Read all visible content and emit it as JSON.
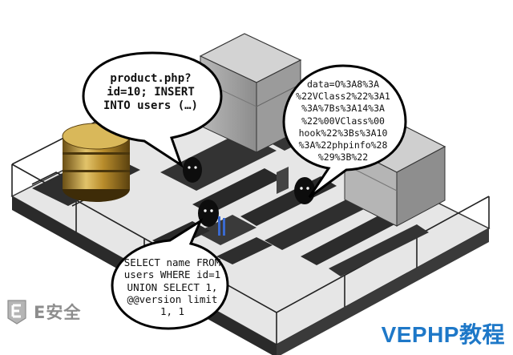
{
  "bubbles": [
    {
      "text": "product.php?\nid=10; INSERT\nINTO users (…)"
    },
    {
      "text": "data=O%3A8%3A\n%22VClass2%22%3A1\n%3A%7Bs%3A14%3A\n%22%00VClass%00\nhook%22%3Bs%3A10\n%3A%22phpinfo%28\n%29%3B%22"
    },
    {
      "text": "SELECT name FROM\nusers WHERE id=1\nUNION SELECT 1,\n@@version limit\n1, 1"
    }
  ],
  "watermark": {
    "text": "E安全",
    "icon": "e-badge-icon"
  },
  "site_label": "VEPHP教程",
  "colors": {
    "floor": "#e9e9e9",
    "wall": "#2c2c2c",
    "server_gray": "#c9c9c9",
    "database_gold": "#c9a23f",
    "site_label": "#1e78c8",
    "watermark": "#8d8d8d"
  }
}
